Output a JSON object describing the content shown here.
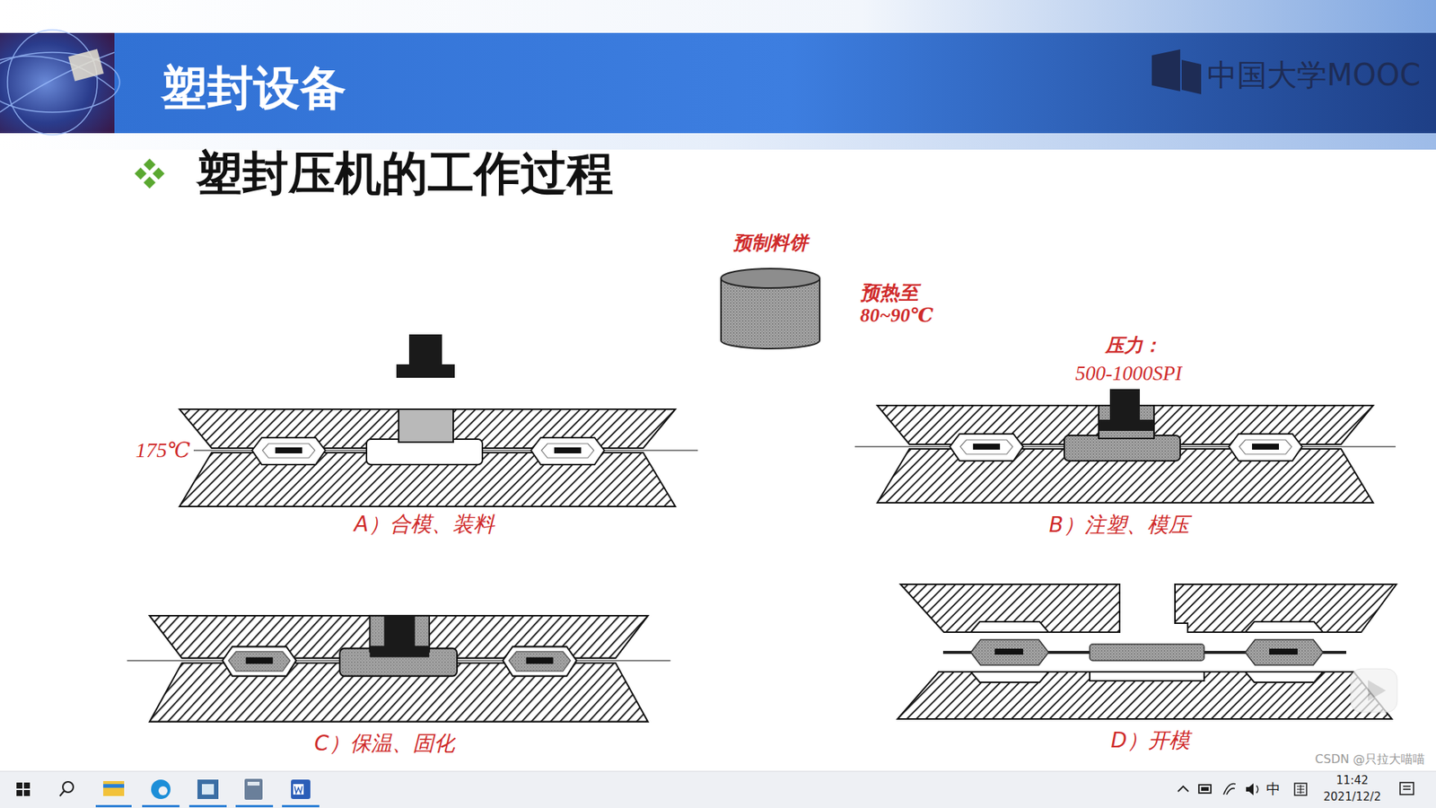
{
  "diagram": {
    "title": "塑封设备",
    "labels": [
      "塑封压机的工作过程",
      "中国大学MOOC",
      "预制料饼",
      "预热至 80~90℃",
      "175℃",
      "压力：",
      "500-1000SPI",
      "A）合模、装料",
      "B）注塑、模压",
      "C）保温、固化",
      "D）开模",
      "中",
      "11:42",
      "2021/12/2",
      "CSDN @只拉大喵喵"
    ]
  }
}
